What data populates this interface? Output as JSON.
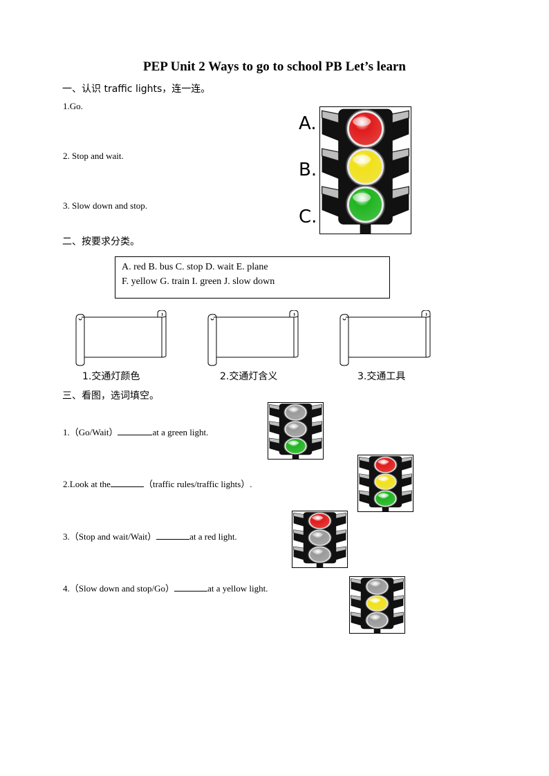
{
  "title": "PEP Unit  2 Ways to go to school PB Let’s learn",
  "section1": {
    "heading": "一、认识 traffic lights，连一连。",
    "items": [
      "1.Go.",
      "2. Stop and wait.",
      "3. Slow down and stop."
    ],
    "letters": [
      "A.",
      "B.",
      "C."
    ]
  },
  "section2": {
    "heading": "二、按要求分类。",
    "word_line_1": "A. red B. bus C. stop D. wait E. plane",
    "word_line_2": "F. yellow  G. train I. green J. slow  down",
    "categories": [
      "1.交通灯颜色",
      "2.交通灯含义",
      "3.交通工具"
    ]
  },
  "section3": {
    "heading": "三、看图，选词填空。",
    "questions": [
      {
        "before": "1.（Go/Wait）",
        "after": "at a green light.",
        "lit": "green"
      },
      {
        "before": "2.Look at the",
        "after": "（traffic rules/traffic lights）.",
        "lit": "all"
      },
      {
        "before": "3.（Stop and wait/Wait）",
        "after": "at a red light.",
        "lit": "red"
      },
      {
        "before": "4.（Slow down and stop/Go）",
        "after": "at a yellow light.",
        "lit": "yellow"
      }
    ]
  },
  "colors": {
    "red": "#e11b1b",
    "yellow": "#f2e11a",
    "green": "#1fb51f",
    "off": "#9a9a9a"
  }
}
